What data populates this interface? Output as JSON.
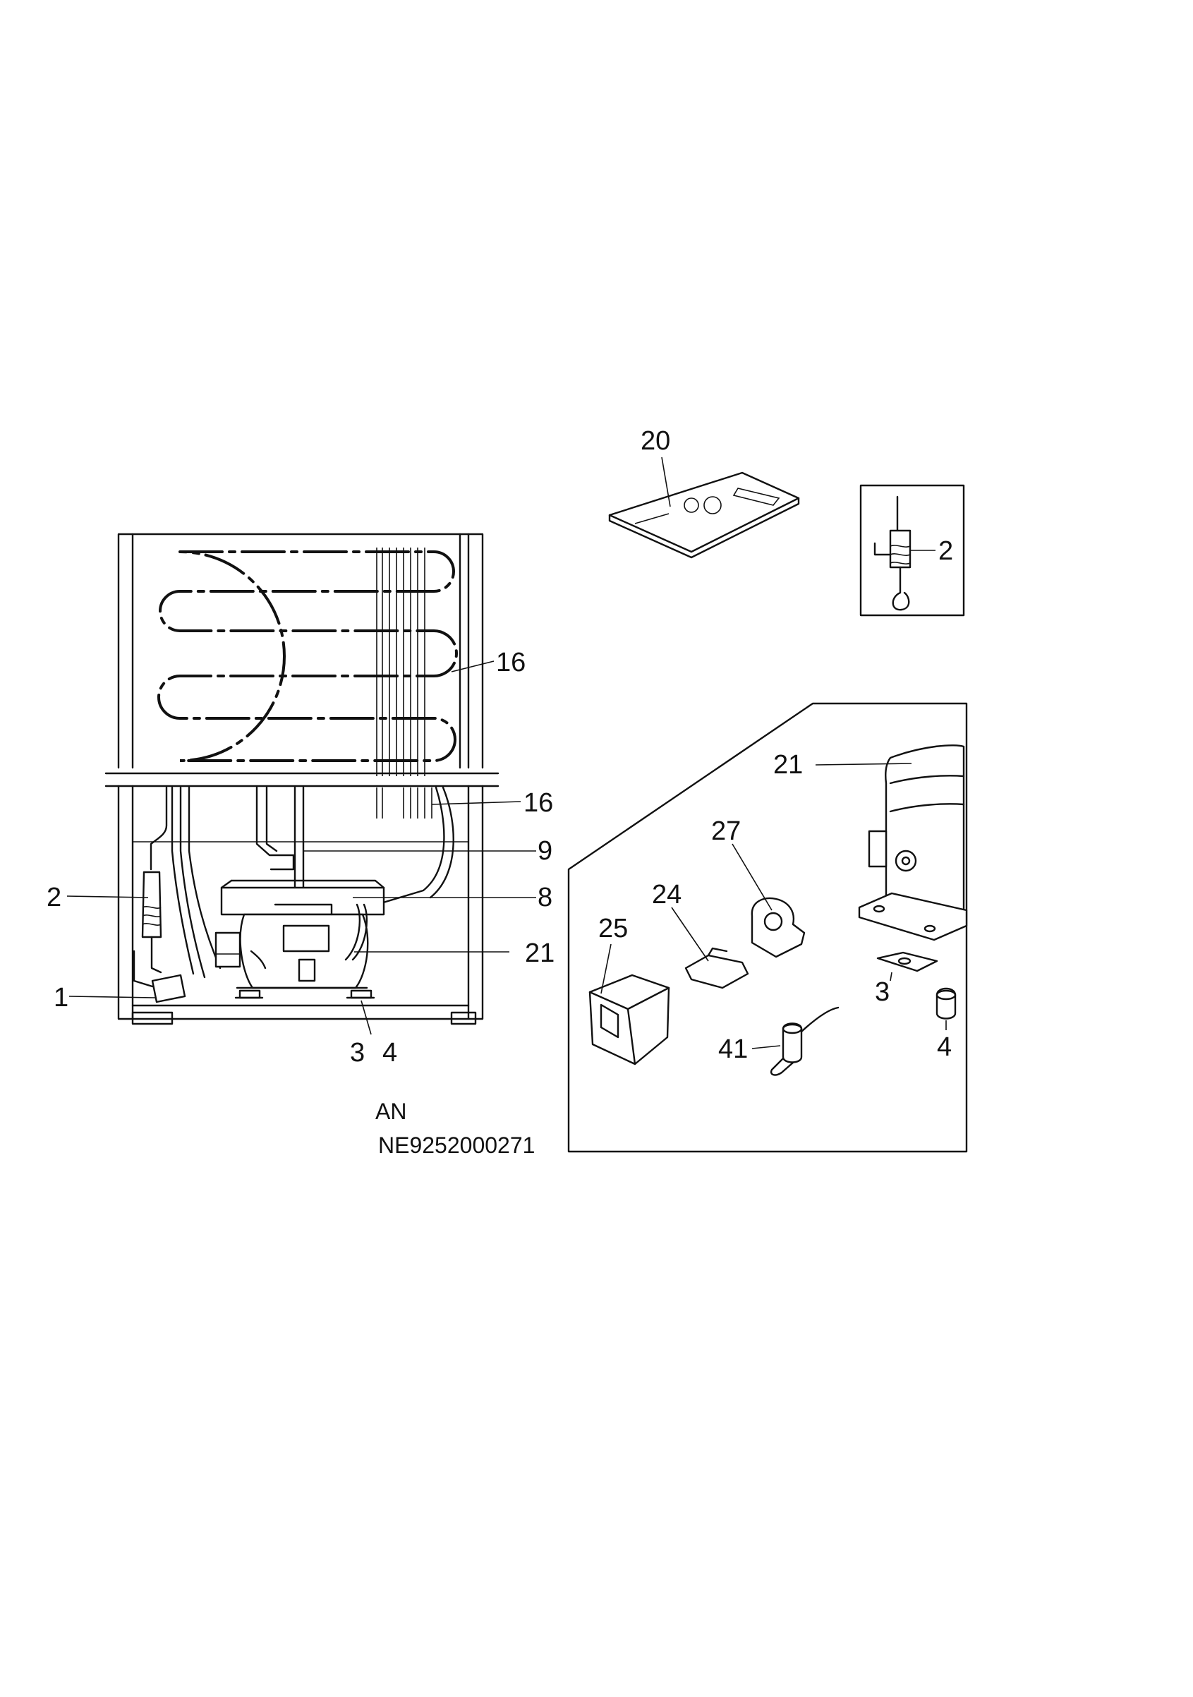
{
  "labels": {
    "main_view": {
      "coil_top": "16",
      "coil_bottom": "16",
      "tube_9": "9",
      "tray_8": "8",
      "compressor": "21",
      "filter_drier": "2",
      "relay_box": "1",
      "bracket": "3",
      "grommet": "4"
    },
    "manual": "20",
    "inset_drier": "2",
    "compressor_kit": {
      "compressor": "21",
      "overload_protector": "27",
      "clip": "24",
      "cover": "25",
      "bracket": "3",
      "grommet": "4",
      "capacitor": "41"
    }
  },
  "caption": {
    "variant": "AN",
    "code": "NE9252000271"
  }
}
